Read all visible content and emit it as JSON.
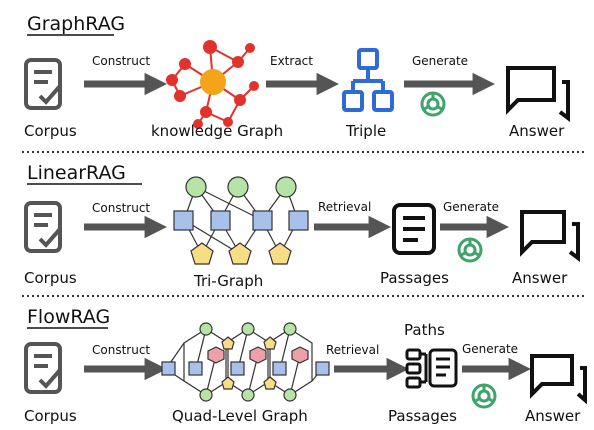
{
  "sections": [
    {
      "title": "GraphRAG",
      "step1": "Construct",
      "step2": "Extract",
      "step3": "Generate",
      "nodes": [
        "Corpus",
        "knowledge Graph",
        "Triple",
        "Answer"
      ]
    },
    {
      "title": "LinearRAG",
      "step1": "Construct",
      "step2": "Retrieval",
      "step3": "Generate",
      "nodes": [
        "Corpus",
        "Tri-Graph",
        "Passages",
        "Answer"
      ]
    },
    {
      "title": "FlowRAG",
      "step1": "Construct",
      "step2": "Retrieval",
      "step3": "Generate",
      "nodes": [
        "Corpus",
        "Quad-Level Graph",
        "Passages",
        "Answer"
      ],
      "extra": "Paths"
    }
  ],
  "colors": {
    "arrow": "#555555",
    "graph_red": "#e2322b",
    "graph_orange": "#f5a31a",
    "triple_blue": "#2f6bd6",
    "openai_green": "#3fa46a",
    "node_green": "#b7e4a6",
    "node_blue": "#a9c1ea",
    "node_yellow": "#f7dd86",
    "node_pink": "#eda0a8"
  }
}
